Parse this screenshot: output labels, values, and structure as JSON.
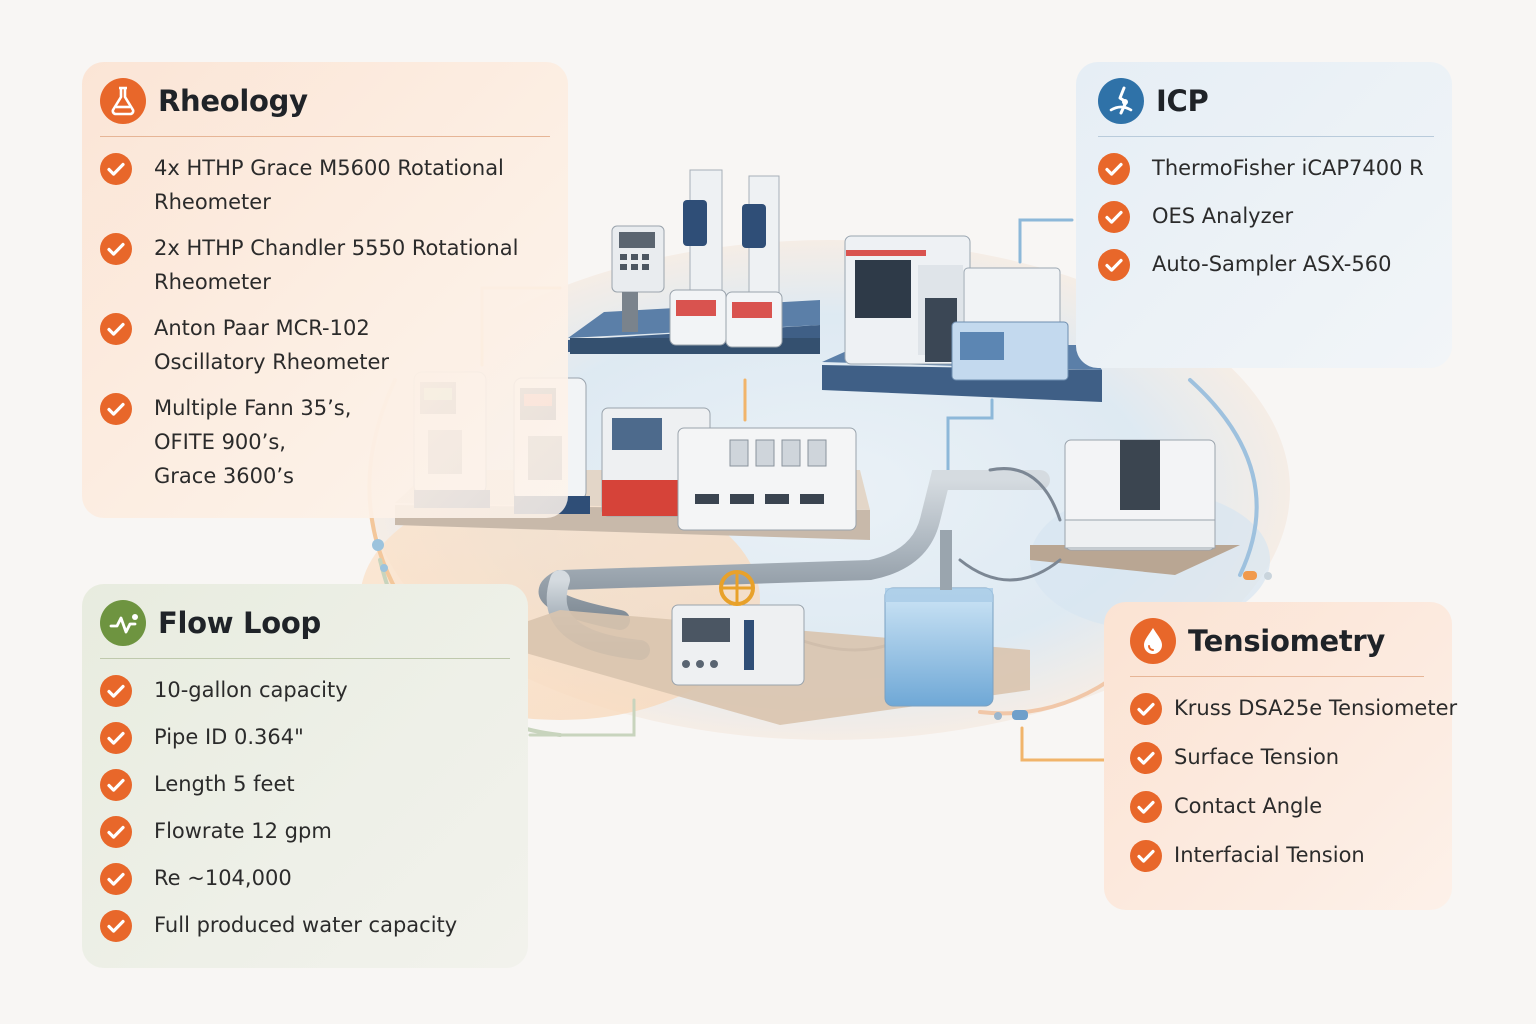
{
  "colors": {
    "accent_orange": "#e8672a",
    "icp_blue": "#2f72a8",
    "flow_green": "#6e9440",
    "pipe_gray": "#a9b2ba",
    "bench_navy": "#3d5f86"
  },
  "sections": {
    "rheology": {
      "title": "Rheology",
      "icon": "beaker-icon",
      "items": [
        {
          "l1": "4x HTHP Grace M5600 Rotational",
          "l2": "Rheometer"
        },
        {
          "l1": "2x HTHP Chandler 5550 Rotational",
          "l2": "Rheometer"
        },
        {
          "l1": "Anton Paar MCR-102",
          "l2": "Oscillatory Rheometer"
        },
        {
          "l1": "Multiple Fann 35’s,",
          "l2": "OFITE 900’s,",
          "l3": "Grace 3600’s"
        }
      ]
    },
    "icp": {
      "title": "ICP",
      "icon": "spectrometer-icon",
      "items": [
        {
          "l1": "ThermoFisher iCAP7400 R"
        },
        {
          "l1": "OES Analyzer"
        },
        {
          "l1": "Auto-Sampler ASX-560"
        }
      ]
    },
    "flow_loop": {
      "title": "Flow Loop",
      "icon": "flow-chart-icon",
      "items": [
        {
          "l1": "10-gallon capacity"
        },
        {
          "l1": "Pipe ID 0.364\""
        },
        {
          "l1": "Length 5 feet"
        },
        {
          "l1": "Flowrate 12 gpm"
        },
        {
          "l1": "Re ~104,000"
        },
        {
          "l1": "Full produced water capacity"
        }
      ]
    },
    "tensiometry": {
      "title": "Tensiometry",
      "icon": "droplet-icon",
      "items": [
        {
          "l1": "Kruss DSA25e Tensiometer"
        },
        {
          "l1": "Surface Tension"
        },
        {
          "l1": "Contact Angle"
        },
        {
          "l1": "Interfacial Tension"
        }
      ]
    }
  }
}
